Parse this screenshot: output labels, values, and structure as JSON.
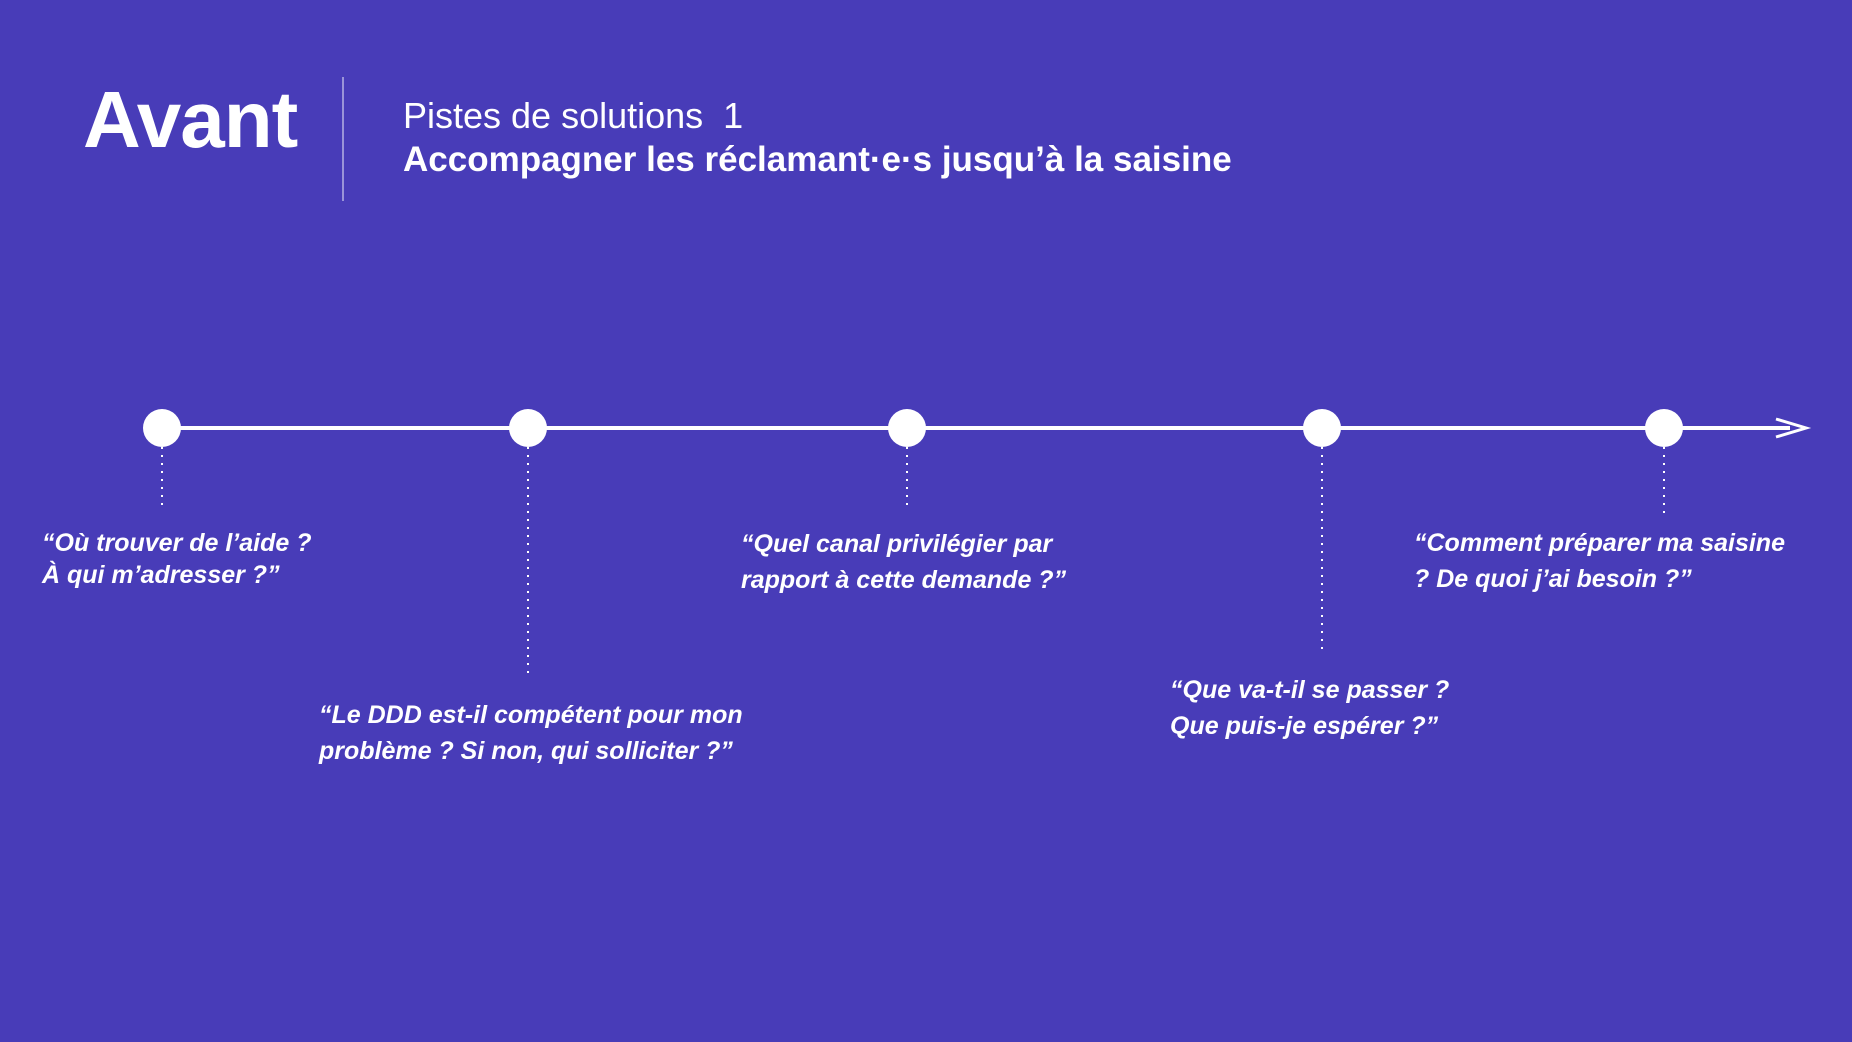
{
  "header": {
    "title": "Avant",
    "subtitle_line1": "Pistes de solutions  1",
    "subtitle_line2": "Accompagner les réclamant·e·s jusqu’à la saisine"
  },
  "colors": {
    "background": "#483cb8",
    "foreground": "#ffffff"
  },
  "timeline": {
    "steps": [
      {
        "lines": [
          "“Où trouver de l’aide ?",
          "À qui m’adresser ?”"
        ]
      },
      {
        "lines": [
          "“Le DDD est-il compétent pour mon",
          "problème ? Si non, qui solliciter ?”"
        ]
      },
      {
        "lines": [
          "“Quel canal privilégier par",
          "rapport à cette demande ?”"
        ]
      },
      {
        "lines": [
          "“Que va-t-il se passer ?",
          "Que puis-je espérer ?”"
        ]
      },
      {
        "lines": [
          "“Comment préparer ma saisine",
          "? De quoi j’ai besoin ?”"
        ]
      }
    ]
  }
}
